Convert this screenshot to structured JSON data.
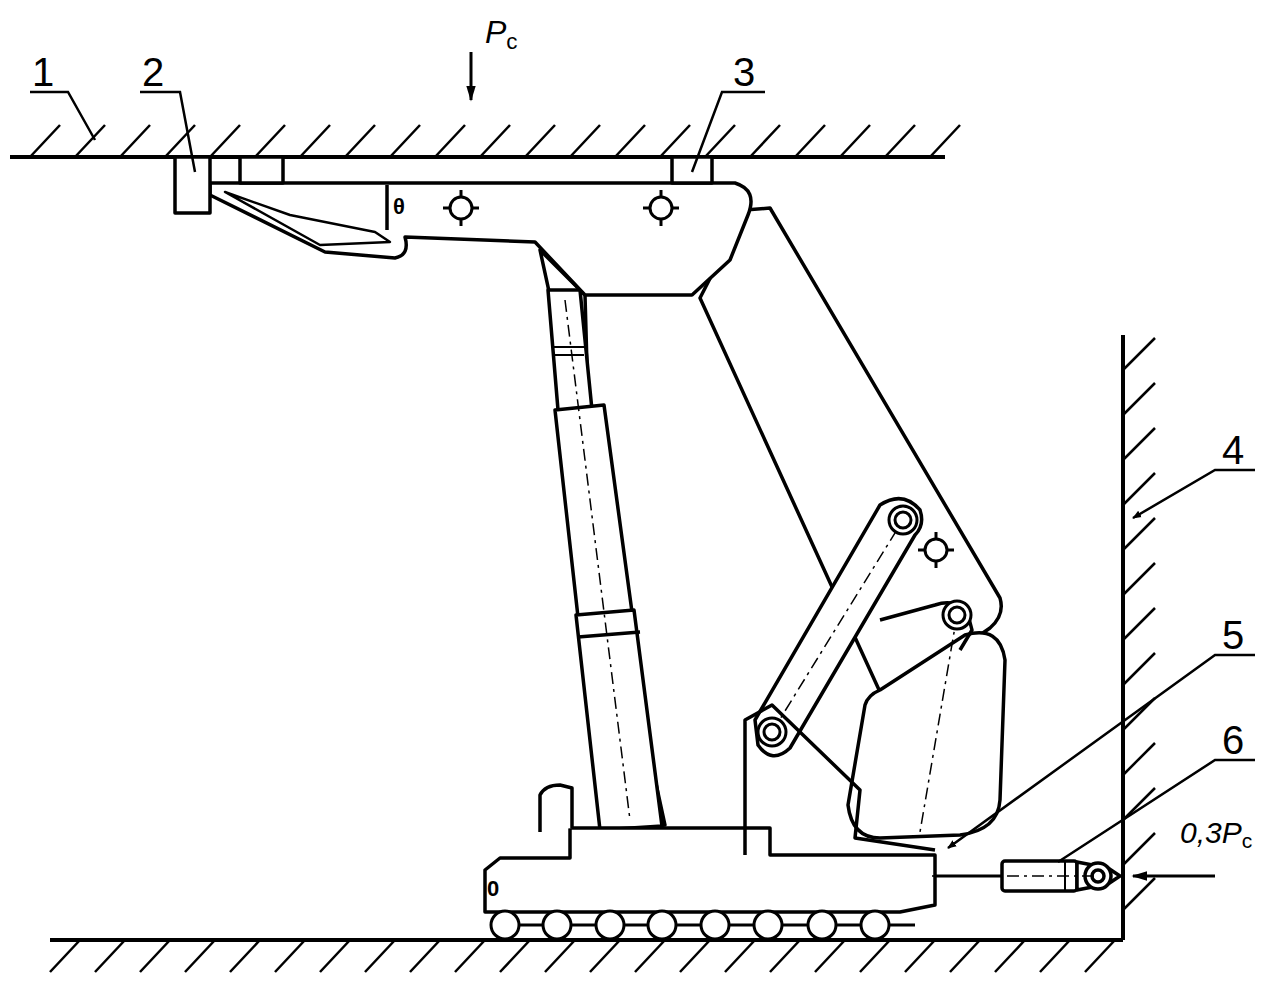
{
  "diagram": {
    "labels": [
      "1",
      "2",
      "3",
      "4",
      "5",
      "6",
      "Pc",
      "0,3Pc",
      "θ",
      "0"
    ]
  }
}
